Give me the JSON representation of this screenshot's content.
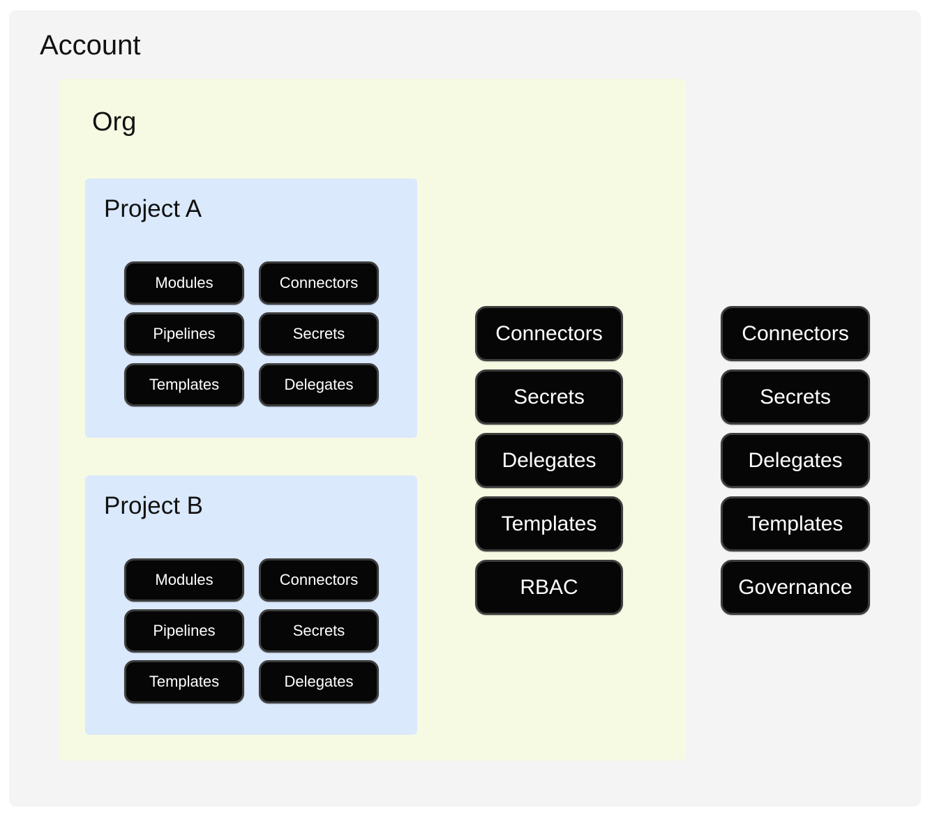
{
  "colors": {
    "page_bg": "#ffffff",
    "account_bg": "#f4f4f4",
    "org_bg": "#f7fae2",
    "project_bg": "#dae9fc",
    "node_bg": "#060606",
    "node_border": "#3d3d3d",
    "node_text": "#ffffff",
    "title_text": "#111111"
  },
  "diagram": {
    "account": {
      "label": "Account",
      "resources": [
        "Connectors",
        "Secrets",
        "Delegates",
        "Templates",
        "Governance"
      ],
      "org": {
        "label": "Org",
        "resources": [
          "Connectors",
          "Secrets",
          "Delegates",
          "Templates",
          "RBAC"
        ],
        "projects": [
          {
            "label": "Project A",
            "resources": [
              "Modules",
              "Connectors",
              "Pipelines",
              "Secrets",
              "Templates",
              "Delegates"
            ]
          },
          {
            "label": "Project B",
            "resources": [
              "Modules",
              "Connectors",
              "Pipelines",
              "Secrets",
              "Templates",
              "Delegates"
            ]
          }
        ]
      }
    }
  }
}
